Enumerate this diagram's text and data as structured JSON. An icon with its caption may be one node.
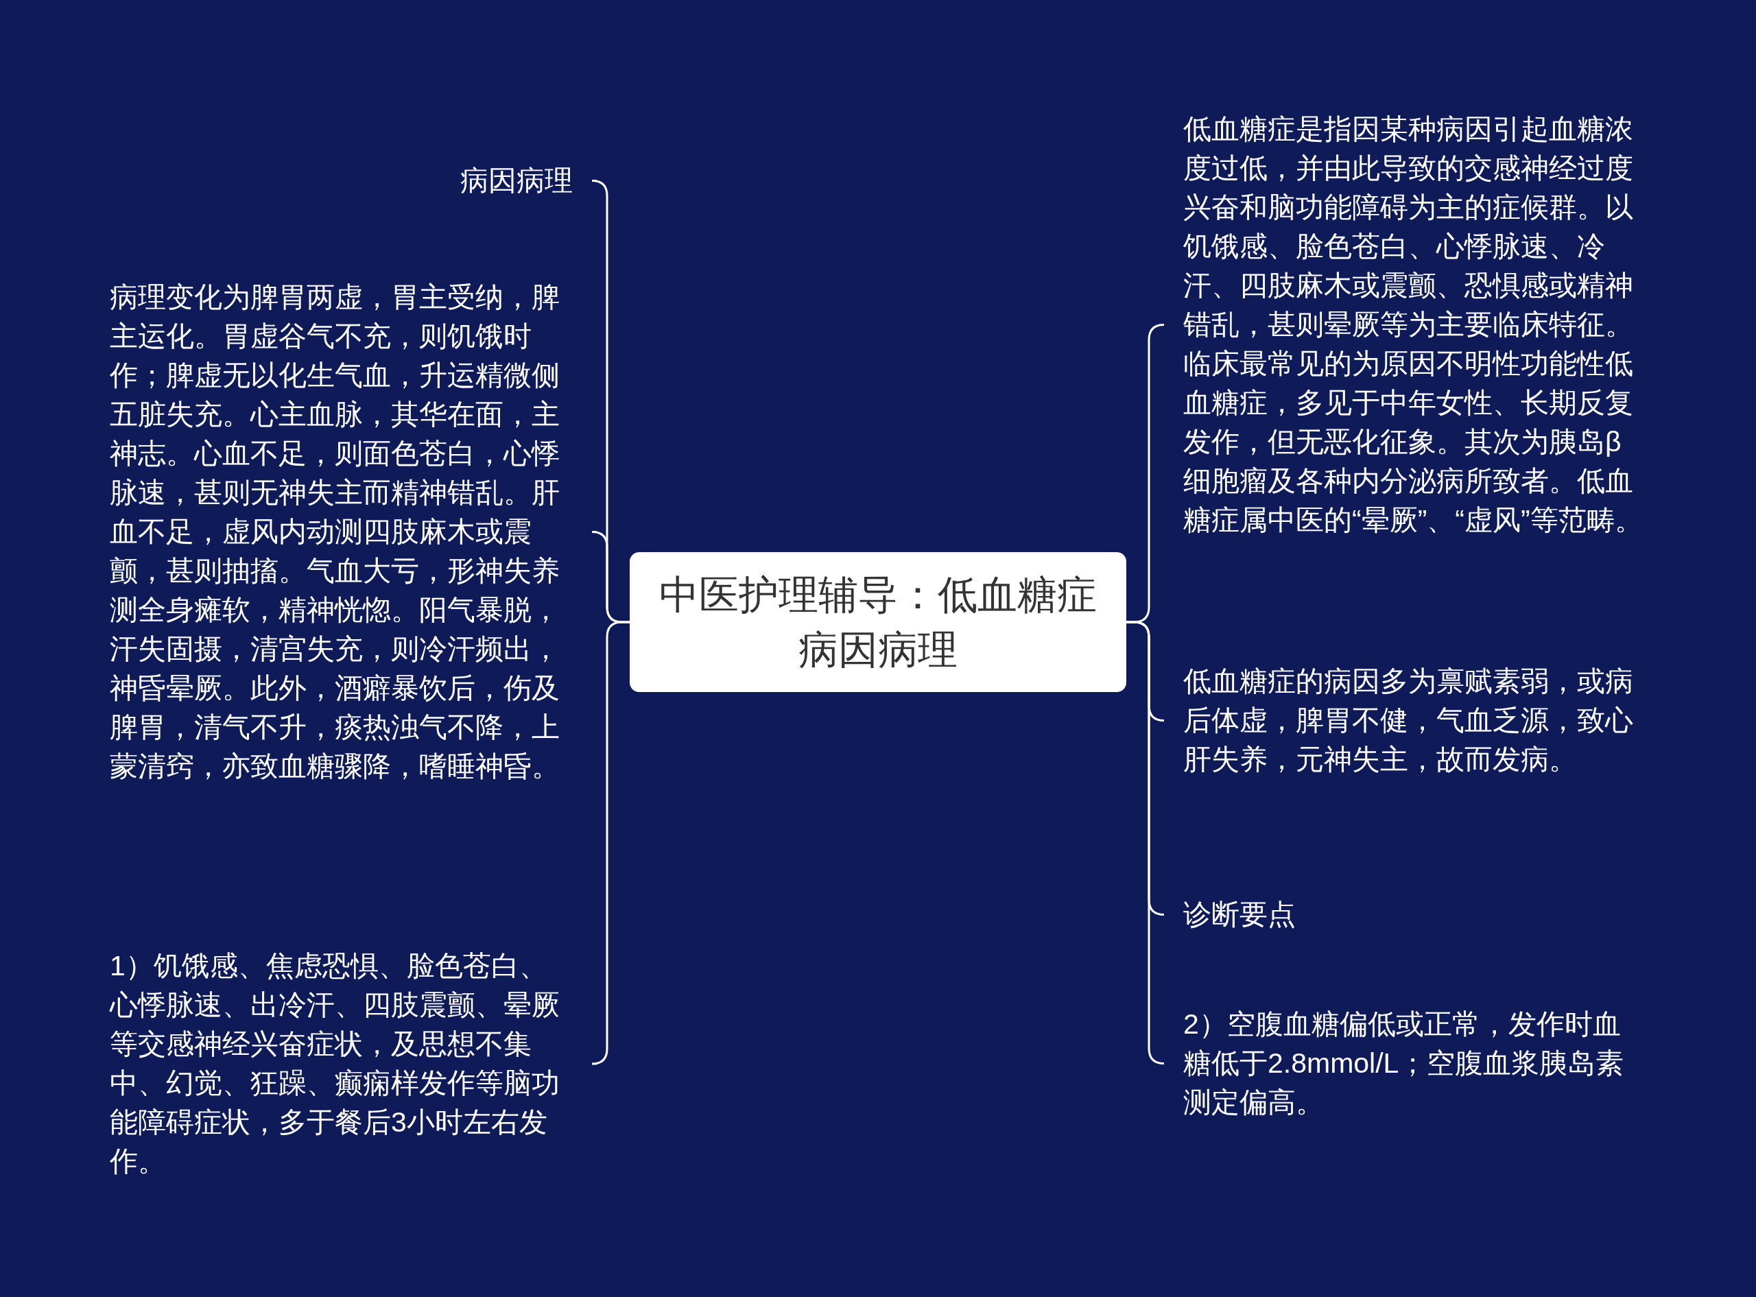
{
  "diagram": {
    "nodes": [
      {
        "text": [
          "中医护理辅导：低血糖症病因病理"
        ]
      },
      {
        "text": [
          "病因病理"
        ]
      },
      {
        "text": [
          "病理变化为脾胃两虚，胃主受纳，脾主运化。胃虚谷气不充，则饥饿时作；脾虚无以化生气血，升运精微侧五脏失充。心主血脉，其华在面，主神志。心血不足，则面色苍白，心悸脉速，甚则无神失主而精神错乱。肝血不足，虚风内动测四肢麻木或震颤，甚则抽搐。气血大亏，形神失养测全身瘫软，精神恍惚。阳气暴脱，汗失固摄，清宫失充，则冷汗频出，神昏晕厥。此外，酒癖暴饮后，伤及脾胃，清气不升，痰热浊气不降，上蒙清窍，亦致血糖骤降，嗜睡神昏。"
        ]
      },
      {
        "text": [
          "1）饥饿感、焦虑恐惧、脸色苍白、心悸脉速、出冷汗、四肢震颤、晕厥等交感神经兴奋症状，及思想不集中、幻觉、狂躁、癫痫样发作等脑功能障碍症状，多于餐后3小时左右发作。"
        ]
      },
      {
        "text": [
          "低血糖症是指因某种病因引起血糖浓度过低，并由此导致的交感神经过度兴奋和脑功能障碍为主的症候群。以饥饿感、脸色苍白、心悸脉速、冷汗、四肢麻木或震颤、恐惧感或精神错乱，甚则晕厥等为主要临床特征。临床最常见的为原因不明性功能性低血糖症，多见于中年女性、长期反复发作，但无恶化征象。其次为胰岛β细胞瘤及各种内分泌病所致者。低血糖症属中医的“晕厥”、“虚风”等范畴。"
        ]
      },
      {
        "text": [
          "低血糖症的病因多为禀赋素弱，或病后体虚，脾胃不健，气血乏源，致心肝失养，元神失主，故而发病。"
        ]
      },
      {
        "text": [
          "诊断要点"
        ]
      },
      {
        "text": [
          "2）空腹血糖偏低或正常，发作时血糖低于2.8mmol/L；空腹血浆胰岛素测定偏高。"
        ]
      }
    ],
    "edges": [
      {
        "from": 0,
        "to": 1,
        "arrow": "none"
      },
      {
        "from": 0,
        "to": 2,
        "arrow": "none"
      },
      {
        "from": 0,
        "to": 3,
        "arrow": "none"
      },
      {
        "from": 0,
        "to": 4,
        "arrow": "none"
      },
      {
        "from": 0,
        "to": 5,
        "arrow": "none"
      },
      {
        "from": 0,
        "to": 6,
        "arrow": "none"
      },
      {
        "from": 0,
        "to": 7,
        "arrow": "none"
      }
    ]
  }
}
